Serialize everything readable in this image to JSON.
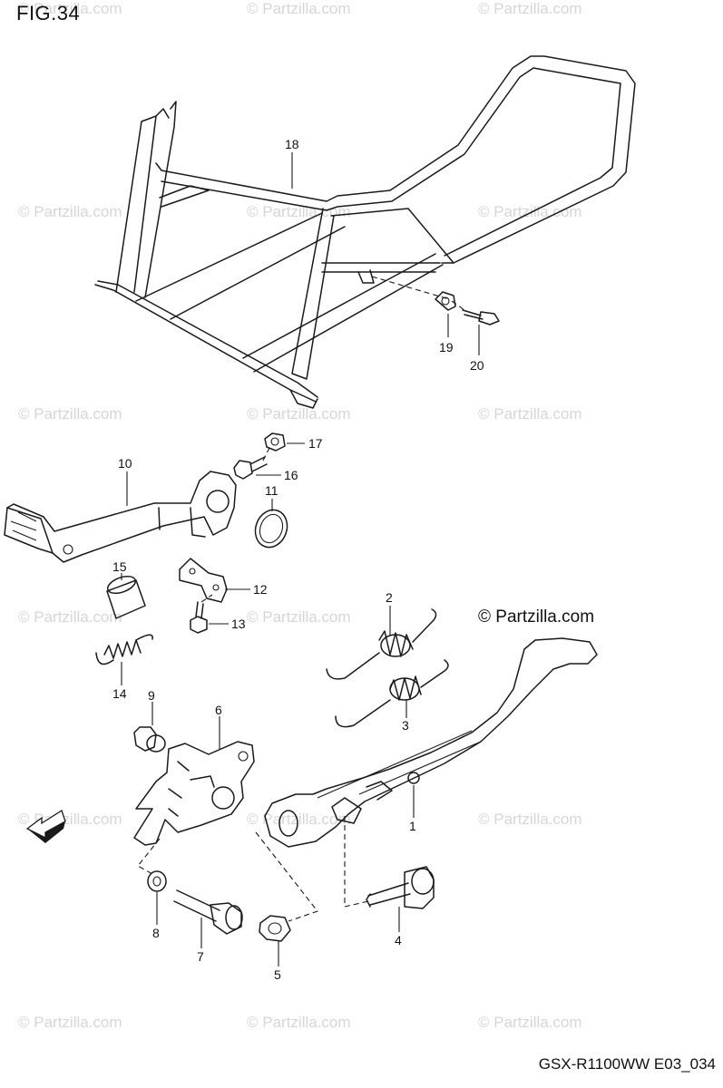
{
  "figure": {
    "title": "FIG.34",
    "footer_code": "GSX-R1100WW  E03_034",
    "brand_mark": "© Partzilla.com",
    "watermark_text": "© Partzilla.com"
  },
  "callouts": [
    "1",
    "2",
    "3",
    "4",
    "5",
    "6",
    "7",
    "8",
    "9",
    "10",
    "11",
    "12",
    "13",
    "14",
    "15",
    "16",
    "17",
    "18",
    "19",
    "20"
  ],
  "colors": {
    "line": "#1a1a1a",
    "watermark": "#d6d6d6",
    "background": "#ffffff"
  },
  "icons": {
    "front_arrow": "front-direction-arrow-icon"
  }
}
